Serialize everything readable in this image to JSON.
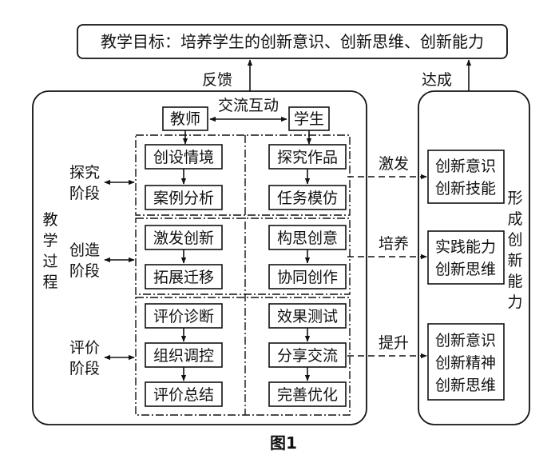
{
  "goal": "教学目标：培养学生的创新意识、创新思维、创新能力",
  "feedback_label": "反馈",
  "achieve_label": "达成",
  "process_label": [
    "教",
    "学",
    "过",
    "程"
  ],
  "teacher": "教师",
  "student": "学生",
  "interaction": "交流互动",
  "stages": [
    {
      "name": [
        "探究",
        "阶段"
      ],
      "teacher_steps": [
        "创设情境",
        "案例分析"
      ],
      "student_steps": [
        "探究作品",
        "任务模仿"
      ],
      "effect_label": "激发",
      "outcomes": [
        "创新意识",
        "创新技能"
      ]
    },
    {
      "name": [
        "创造",
        "阶段"
      ],
      "teacher_steps": [
        "激发创新",
        "拓展迁移"
      ],
      "student_steps": [
        "构思创意",
        "协同创作"
      ],
      "effect_label": "培养",
      "outcomes": [
        "实践能力",
        "创新思维"
      ]
    },
    {
      "name": [
        "评价",
        "阶段"
      ],
      "teacher_steps": [
        "评价诊断",
        "组织调控",
        "评价总结"
      ],
      "student_steps": [
        "效果测试",
        "分享交流",
        "完善优化"
      ],
      "effect_label": "提升",
      "outcomes": [
        "创新意识",
        "创新精神",
        "创新思维"
      ]
    }
  ],
  "formation_label": [
    "形",
    "成",
    "创",
    "新",
    "能",
    "力"
  ],
  "caption": "图1"
}
